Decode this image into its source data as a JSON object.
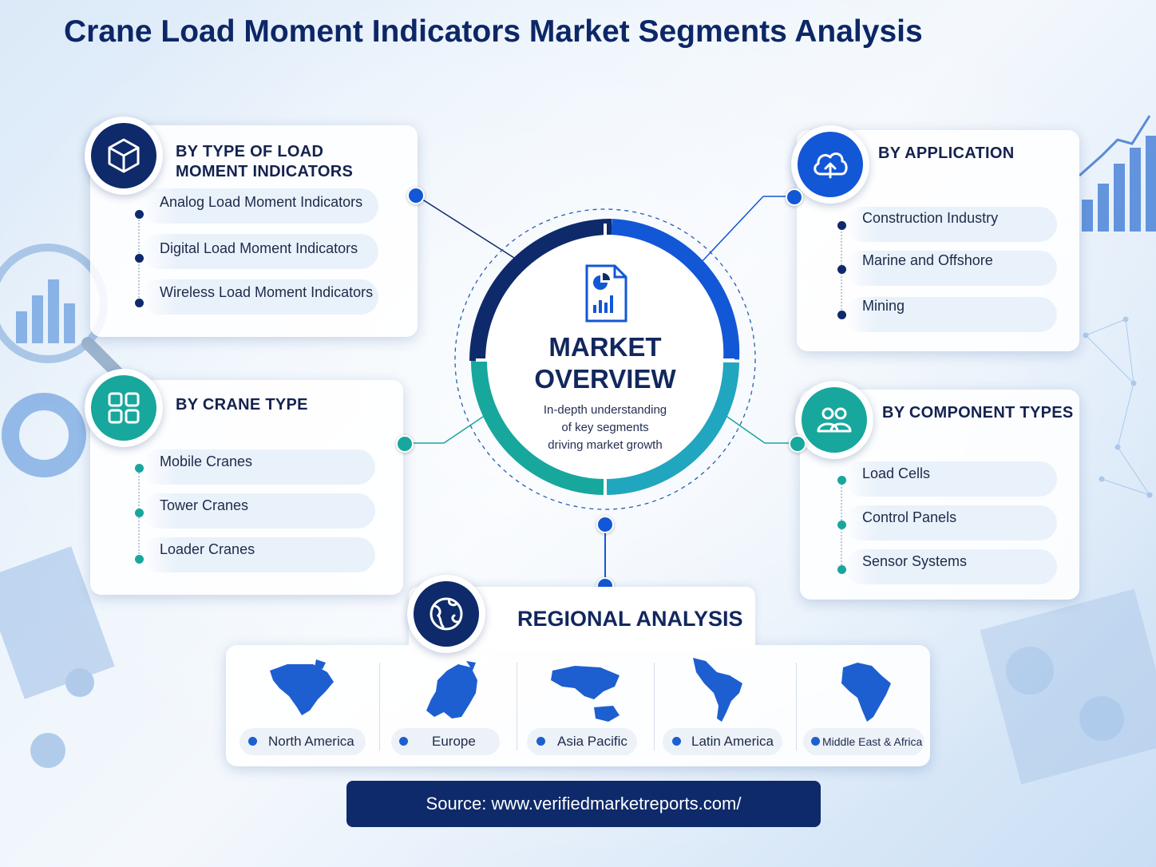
{
  "title": "Crane Load Moment Indicators Market Segments Analysis",
  "center": {
    "line1": "MARKET",
    "line2": "OVERVIEW",
    "sub1": "In-depth understanding",
    "sub2": "of key segments",
    "sub3": "driving market growth"
  },
  "segments": {
    "type": {
      "heading1": "BY TYPE OF LOAD",
      "heading2": "MOMENT INDICATORS",
      "icon": "cube-icon",
      "items": [
        "Analog Load Moment Indicators",
        "Digital Load Moment Indicators",
        "Wireless Load Moment Indicators"
      ]
    },
    "application": {
      "heading": "BY APPLICATION",
      "icon": "cloud-upload-icon",
      "items": [
        "Construction Industry",
        "Marine and Offshore",
        "Mining"
      ]
    },
    "crane": {
      "heading": "BY CRANE TYPE",
      "icon": "grid-icon",
      "items": [
        "Mobile Cranes",
        "Tower Cranes",
        "Loader Cranes"
      ]
    },
    "component": {
      "heading": "BY COMPONENT TYPES",
      "icon": "users-icon",
      "items": [
        "Load Cells",
        "Control Panels",
        "Sensor Systems"
      ]
    }
  },
  "regional": {
    "heading": "REGIONAL ANALYSIS",
    "icon": "globe-icon",
    "regions": [
      "North America",
      "Europe",
      "Asia Pacific",
      "Latin America",
      "Middle East & Africa"
    ]
  },
  "source": "Source: www.verifiedmarketreports.com/",
  "colors": {
    "navy": "#0e2a6a",
    "blue": "#1257d6",
    "teal": "#17a79d",
    "title": "#0d2766"
  }
}
